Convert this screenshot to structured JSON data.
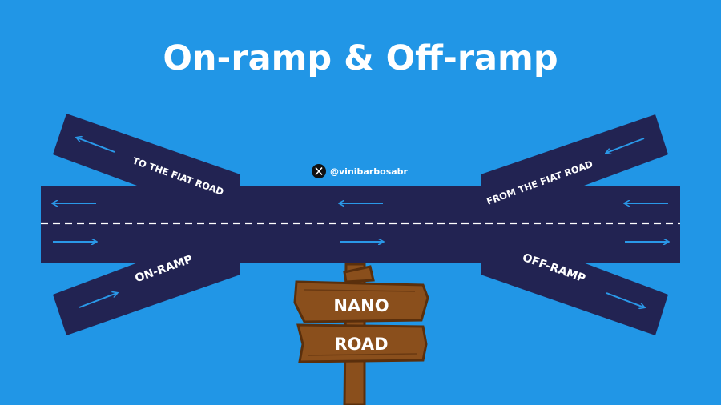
{
  "title": "On-ramp & Off-ramp",
  "handle": "@vinibarbosabr",
  "handle_icon": "x-logo-icon",
  "ramps": {
    "to_fiat": "TO THE FIAT ROAD",
    "from_fiat": "FROM THE FIAT ROAD",
    "on_ramp": "ON-RAMP",
    "off_ramp": "OFF-RAMP"
  },
  "sign": {
    "line1": "NANO",
    "line2": "ROAD"
  },
  "colors": {
    "background": "#2196e6",
    "road": "#222352",
    "arrow": "#2a98e8",
    "lane_line": "#ffffff",
    "wood": "#8a4f1c",
    "wood_dark": "#5a2f0c"
  }
}
